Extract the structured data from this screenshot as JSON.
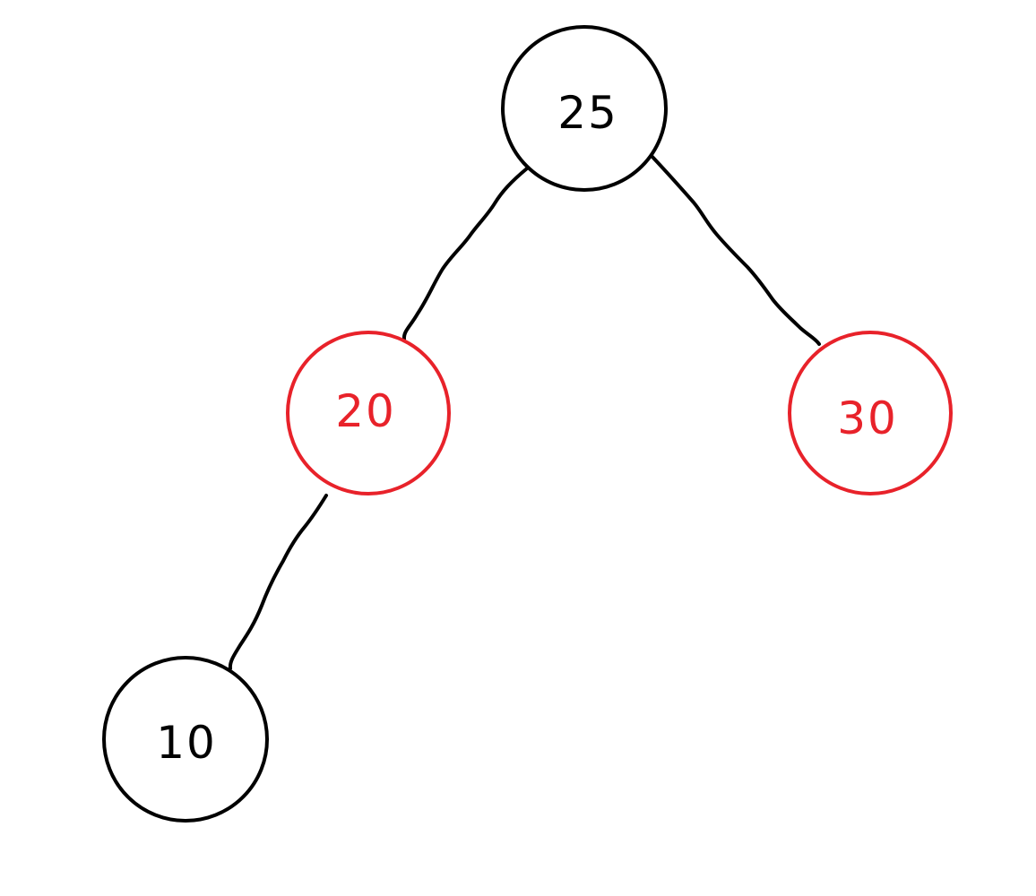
{
  "tree": {
    "colors": {
      "black_node": "#000000",
      "red_node": "#e8222a",
      "edge": "#000000"
    },
    "nodes": [
      {
        "id": "n25",
        "label": "25",
        "color": "black"
      },
      {
        "id": "n20",
        "label": "20",
        "color": "red"
      },
      {
        "id": "n30",
        "label": "30",
        "color": "red"
      },
      {
        "id": "n10",
        "label": "10",
        "color": "black"
      }
    ],
    "edges": [
      {
        "from": "25",
        "to": "20"
      },
      {
        "from": "25",
        "to": "30"
      },
      {
        "from": "20",
        "to": "10"
      }
    ]
  }
}
